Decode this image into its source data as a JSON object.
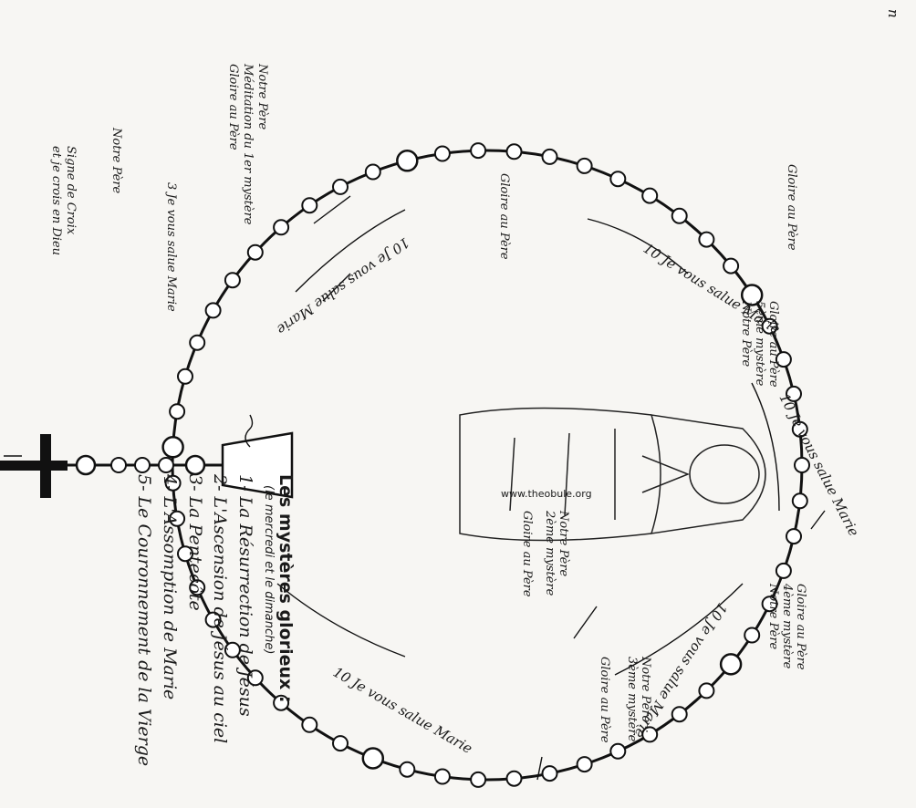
{
  "ring_labels": {
    "decade1": "10 Je vous salue Marie",
    "decade2": "10 Je vous salue Marie",
    "decade3": "10 Je vous salue Marie",
    "decade4": "10 Je vous salue Marie",
    "decade5": "10 Je vous salue Marie"
  },
  "annotations": {
    "gloire_left": "Gloire au Père",
    "gloire_upper_left": "Gloire au Père",
    "fifth_mystery": "5ème mystère",
    "fifth_notre_pere": "Notre Père",
    "gloire_center_top": "Gloire au Père",
    "fourth_mystery": "4ème mystère",
    "fourth_notre_pere": "Notre Père",
    "third_notre_pere": "Notre Père",
    "third_mystery": "3ème mystère",
    "gloire_upper_right": "Gloire au Père",
    "gloire_right": "Gloire au Père",
    "second_notre_pere": "Notre Père",
    "second_mystery": "2ème mystère",
    "gloire_lower_right": "Gloire au Père"
  },
  "stem": {
    "notre_pere": "Notre Père",
    "meditation": "Méditation du 1er mystère",
    "gloire": "Gloire au Père",
    "three_aves": "3 Je vous salue Marie",
    "notre_pere_2": "Notre Père",
    "signe": "Signe de Croix",
    "credo": "et je crois en Dieu"
  },
  "website": "www.theobule.org",
  "corner_letter": "n",
  "mysteries": {
    "title": "Les mystères glorieux :",
    "subtitle": "(le mercredi et le dimanche)",
    "items": [
      "1- La Résurrection de Jésus",
      "2- L'Ascension de Jésus au ciel",
      "3- La Pentecôte",
      "4- L'Assomption de Marie",
      "5- Le Couronnement de la Vierge"
    ]
  }
}
